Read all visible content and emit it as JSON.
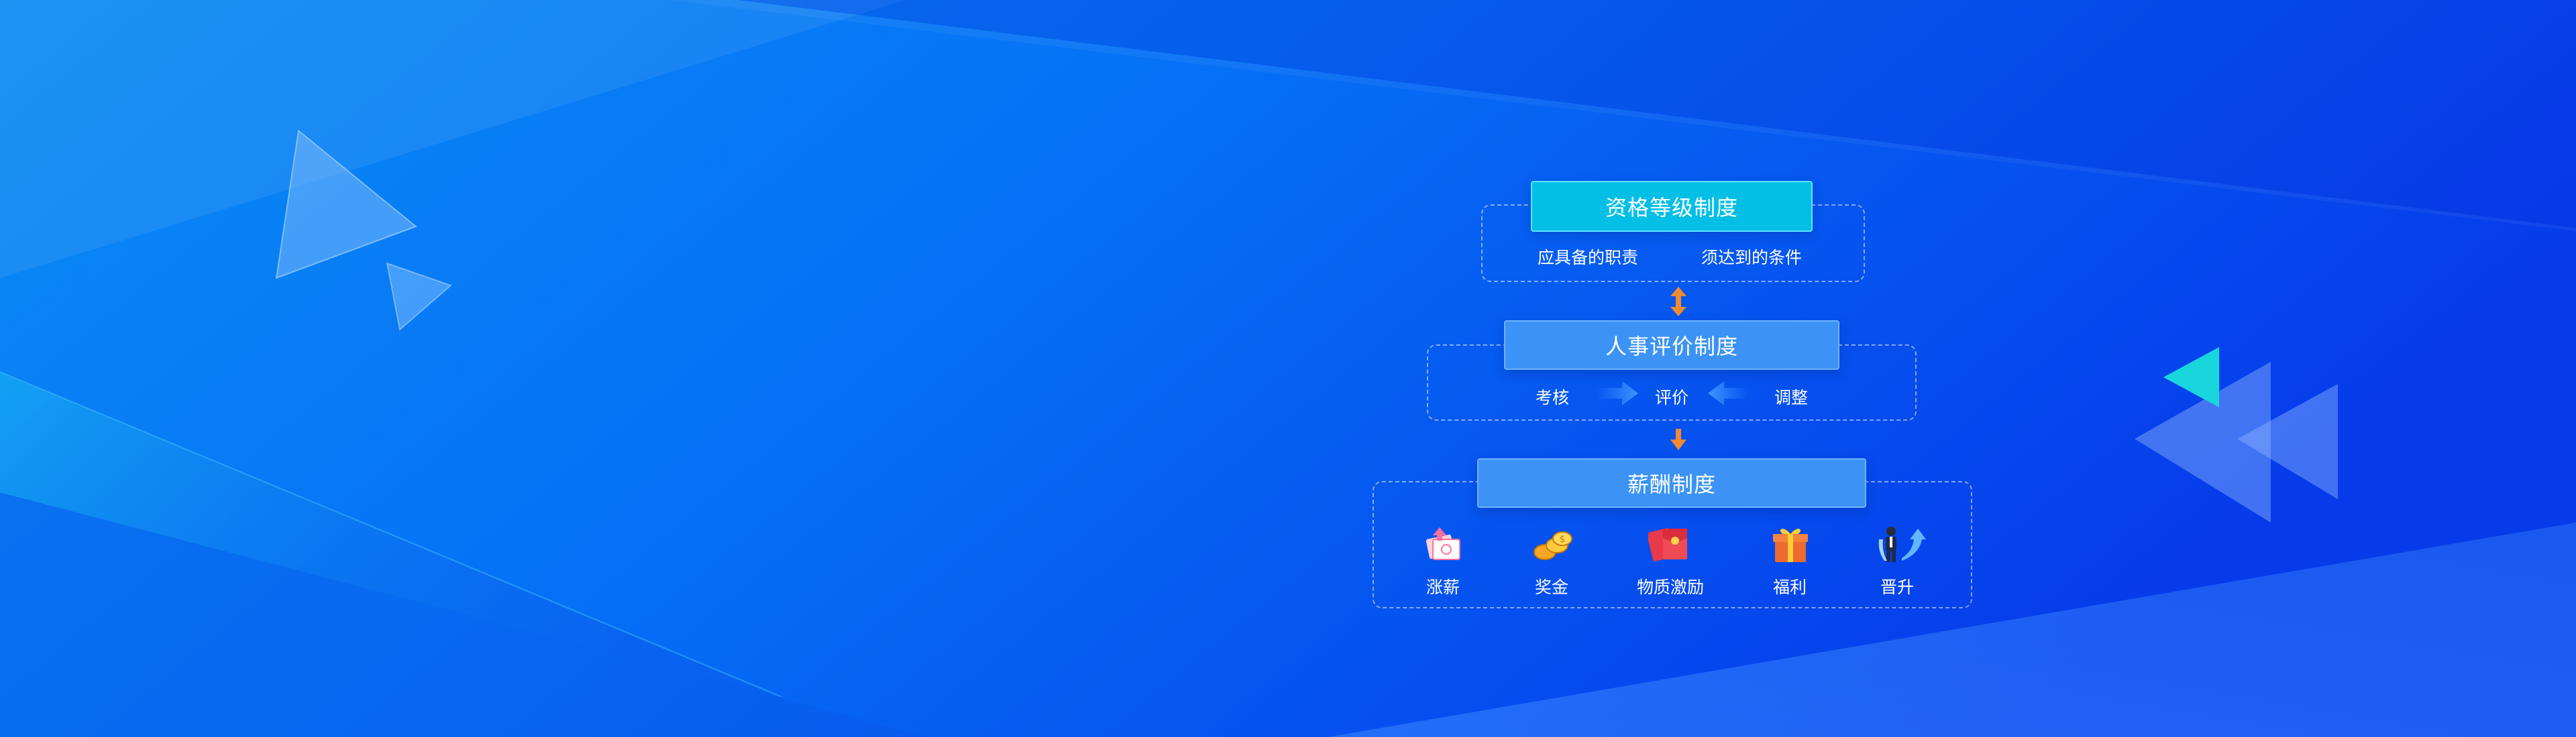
{
  "colors": {
    "bg_light": "#0a8cf4",
    "bg_mid": "#0670f6",
    "bg_dark": "#063bea",
    "title_cyan": "#03bfe6",
    "title_blue": "#3c93f5",
    "arrow_orange": "#f28a30",
    "accent_cyan": "#19d5dc"
  },
  "sections": {
    "qualification": {
      "title": "资格等级制度",
      "item_1": "应具备的职责",
      "item_2": "须达到的条件"
    },
    "evaluation": {
      "title": "人事评价制度",
      "item_1": "考核",
      "item_2": "评价",
      "item_3": "调整"
    },
    "compensation": {
      "title": "薪酬制度",
      "items": [
        {
          "label": "涨薪",
          "icon": "salary-raise-icon"
        },
        {
          "label": "奖金",
          "icon": "coins-icon"
        },
        {
          "label": "物质激励",
          "icon": "red-envelope-icon"
        },
        {
          "label": "福利",
          "icon": "gift-icon"
        },
        {
          "label": "晋升",
          "icon": "promotion-icon"
        }
      ]
    }
  }
}
